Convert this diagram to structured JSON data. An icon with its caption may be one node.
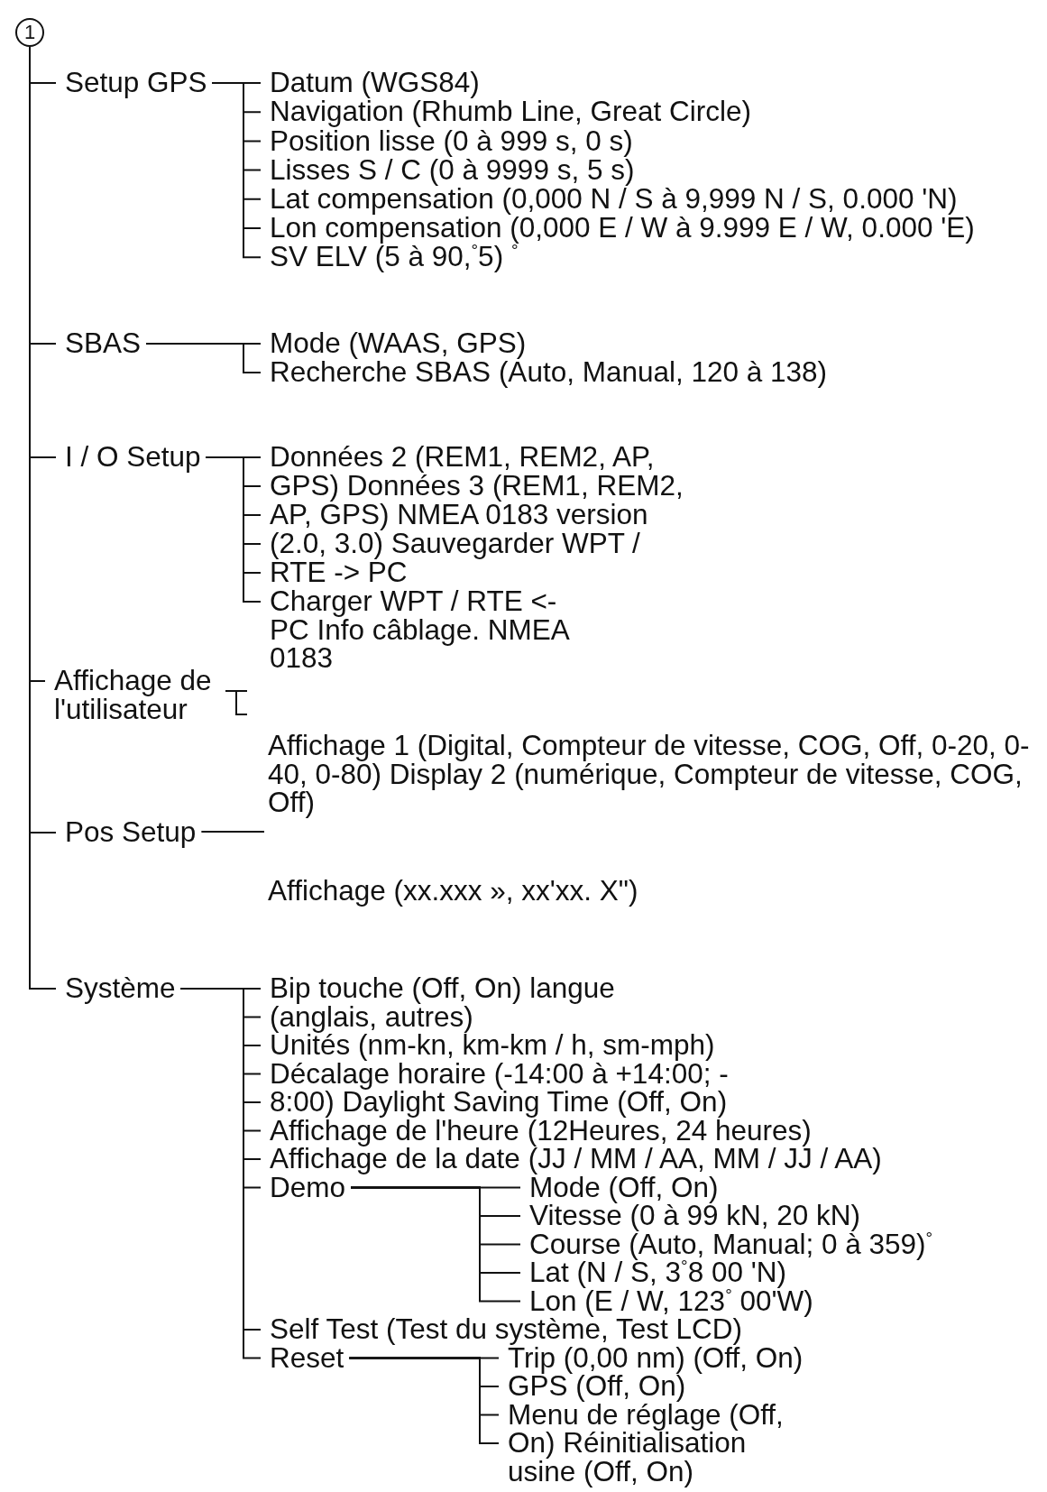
{
  "diagram": {
    "nodes": [
      {
        "text": [
          "1"
        ]
      },
      {
        "text": [
          "Setup GPS"
        ]
      },
      {
        "text": [
          "Datum (WGS84)"
        ]
      },
      {
        "text": [
          "Navigation (Rhumb Line, Great Circle)"
        ]
      },
      {
        "text": [
          "Position lisse (0 à 999 s, 0 s)"
        ]
      },
      {
        "text": [
          "Lisses S / C (0 à 9999 s, 5 s)"
        ]
      },
      {
        "text": [
          "Lat compensation (0,000 N / S à 9,999 N / S, 0.000 'N)"
        ]
      },
      {
        "text": [
          "Lon compensation (0,000 E / W à 9.999 E / W, 0.000 'E)"
        ]
      },
      {
        "text": [
          "SV ELV (5 à 90,$^{°}$5) $^{°}$"
        ]
      },
      {
        "text": [
          "SBAS"
        ]
      },
      {
        "text": [
          "Mode (WAAS, GPS)"
        ]
      },
      {
        "text": [
          "Recherche SBAS (Auto, Manual, 120 à 138)"
        ]
      },
      {
        "text": [
          "I / O Setup"
        ]
      },
      {
        "text": [
          "Données 2 (REM1, REM2, AP,"
        ]
      },
      {
        "text": [
          "GPS) Données 3 (REM1, REM2,"
        ]
      },
      {
        "text": [
          "AP, GPS) NMEA 0183 version"
        ]
      },
      {
        "text": [
          "(2.0, 3.0) Sauvegarder WPT /"
        ]
      },
      {
        "text": [
          "RTE -> PC"
        ]
      },
      {
        "text": [
          "Charger WPT / RTE <- PC Info câblage. NMEA 0183"
        ]
      },
      {
        "text": [
          "Affichage de l'utilisateur"
        ]
      },
      {
        "text": [
          "Pos Setup"
        ]
      },
      {
        "text": [
          "Système"
        ]
      },
      {
        "text": [
          "Bip touche (Off, On) langue"
        ]
      },
      {
        "text": [
          "(anglais, autres)"
        ]
      },
      {
        "text": [
          "Unités (nm-kn, km-km / h, sm-mph)"
        ]
      },
      {
        "text": [
          "Décalage horaire (-14:00 à +14:00; -"
        ]
      },
      {
        "text": [
          "8:00) Daylight Saving Time (Off, On)"
        ]
      },
      {
        "text": [
          "Affichage de l'heure (12Heures, 24 heures)"
        ]
      },
      {
        "text": [
          "Affichage de la date (JJ / MM / AA, MM / JJ / AA)"
        ]
      },
      {
        "text": [
          "Demo"
        ]
      },
      {
        "text": [
          "Mode (Off, On)"
        ]
      },
      {
        "text": [
          "Vitesse (0 à 99 kN, 20 kN)"
        ]
      },
      {
        "text": [
          "Course (Auto, Manual; 0 à 359)$^{°}$"
        ]
      },
      {
        "text": [
          "Lat (N / S, 3$^{°}$8 00 'N)"
        ]
      },
      {
        "text": [
          "Lon (E / W, 123$^{°}$ 00'W)"
        ]
      },
      {
        "text": [
          "Self Test (Test du système, Test LCD)"
        ]
      },
      {
        "text": [
          "Reset"
        ]
      },
      {
        "text": [
          "Trip (0,00 nm) (Off, On)"
        ]
      },
      {
        "text": [
          "GPS (Off, On)"
        ]
      },
      {
        "text": [
          "Menu de réglage (Off,"
        ]
      },
      {
        "text": [
          "On) Réinitialisation usine (Off, On)"
        ]
      }
    ],
    "edges": [
      {
        "from": 0,
        "to": 1,
        "arrow": "none"
      },
      {
        "from": 0,
        "to": 9,
        "arrow": "none"
      },
      {
        "from": 0,
        "to": 12,
        "arrow": "none"
      },
      {
        "from": 0,
        "to": 19,
        "arrow": "none"
      },
      {
        "from": 0,
        "to": 20,
        "arrow": "none"
      },
      {
        "from": 0,
        "to": 21,
        "arrow": "none"
      },
      {
        "from": 1,
        "to": 2,
        "arrow": "none"
      },
      {
        "from": 1,
        "to": 3,
        "arrow": "none"
      },
      {
        "from": 1,
        "to": 4,
        "arrow": "none"
      },
      {
        "from": 1,
        "to": 5,
        "arrow": "none"
      },
      {
        "from": 1,
        "to": 6,
        "arrow": "none"
      },
      {
        "from": 1,
        "to": 7,
        "arrow": "none"
      },
      {
        "from": 1,
        "to": 8,
        "arrow": "none"
      },
      {
        "from": 9,
        "to": 10,
        "arrow": "none"
      },
      {
        "from": 9,
        "to": 11,
        "arrow": "none"
      },
      {
        "from": 12,
        "to": 13,
        "arrow": "none"
      },
      {
        "from": 12,
        "to": 14,
        "arrow": "none"
      },
      {
        "from": 12,
        "to": 15,
        "arrow": "none"
      },
      {
        "from": 12,
        "to": 16,
        "arrow": "none"
      },
      {
        "from": 12,
        "to": 17,
        "arrow": "none"
      },
      {
        "from": 12,
        "to": 18,
        "arrow": "none"
      },
      {
        "from": 19,
        "to": null,
        "arrow": "none"
      },
      {
        "from": 19,
        "to": null,
        "arrow": "none"
      },
      {
        "from": 20,
        "to": null,
        "arrow": "none"
      },
      {
        "from": 21,
        "to": 22,
        "arrow": "none"
      },
      {
        "from": 21,
        "to": 23,
        "arrow": "none"
      },
      {
        "from": 21,
        "to": 24,
        "arrow": "none"
      },
      {
        "from": 21,
        "to": 25,
        "arrow": "none"
      },
      {
        "from": 21,
        "to": 26,
        "arrow": "none"
      },
      {
        "from": 21,
        "to": 27,
        "arrow": "none"
      },
      {
        "from": 21,
        "to": 28,
        "arrow": "none"
      },
      {
        "from": 21,
        "to": 29,
        "arrow": "none"
      },
      {
        "from": 29,
        "to": 30,
        "arrow": "none"
      },
      {
        "from": 29,
        "to": 31,
        "arrow": "none"
      },
      {
        "from": 29,
        "to": 32,
        "arrow": "none"
      },
      {
        "from": 29,
        "to": 33,
        "arrow": "none"
      },
      {
        "from": 29,
        "to": 34,
        "arrow": "none"
      },
      {
        "from": 21,
        "to": 35,
        "arrow": "none"
      },
      {
        "from": 21,
        "to": 36,
        "arrow": "none"
      },
      {
        "from": 36,
        "to": 37,
        "arrow": "none"
      },
      {
        "from": 36,
        "to": 38,
        "arrow": "none"
      },
      {
        "from": 36,
        "to": 39,
        "arrow": "none"
      },
      {
        "from": 36,
        "to": 40,
        "arrow": "none"
      }
    ],
    "labels": [
      "Affichage 1 (Digital, Compteur de vitesse, COG, Off, 0-20, 0-40, 0-80) Display 2 (numérique, Compteur de vitesse, COG, Off)",
      "Affichage (xx.xxx », xx'xx. X\")"
    ]
  }
}
